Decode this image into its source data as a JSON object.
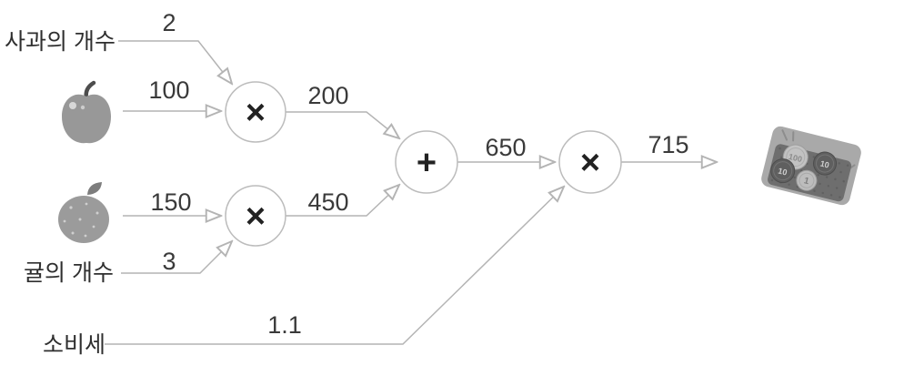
{
  "diagram": {
    "labels": {
      "apple_count": "사과의 개수",
      "orange_count": "귤의 개수",
      "tax": "소비세"
    },
    "values": {
      "apple_count": "2",
      "apple_price": "100",
      "apple_subtotal": "200",
      "orange_price": "150",
      "orange_count": "3",
      "orange_subtotal": "450",
      "subtotal": "650",
      "tax_rate": "1.1",
      "total": "715"
    },
    "operators": {
      "multiply": "×",
      "add": "+"
    },
    "money_coins": [
      "100",
      "10",
      "10",
      "1"
    ],
    "edges": [
      {
        "from": "apple_count",
        "to": "multiply_apple",
        "value": "2"
      },
      {
        "from": "apple_price",
        "to": "multiply_apple",
        "value": "100"
      },
      {
        "from": "multiply_apple",
        "to": "add",
        "value": "200"
      },
      {
        "from": "orange_price",
        "to": "multiply_orange",
        "value": "150"
      },
      {
        "from": "orange_count",
        "to": "multiply_orange",
        "value": "3"
      },
      {
        "from": "multiply_orange",
        "to": "add",
        "value": "450"
      },
      {
        "from": "add",
        "to": "multiply_tax",
        "value": "650"
      },
      {
        "from": "tax",
        "to": "multiply_tax",
        "value": "1.1"
      },
      {
        "from": "multiply_tax",
        "to": "money",
        "value": "715"
      }
    ],
    "colors": {
      "line": "#b4b4b4",
      "text": "#3a3a3a",
      "node_stroke": "#bcbcbc",
      "background": "#ffffff"
    }
  }
}
